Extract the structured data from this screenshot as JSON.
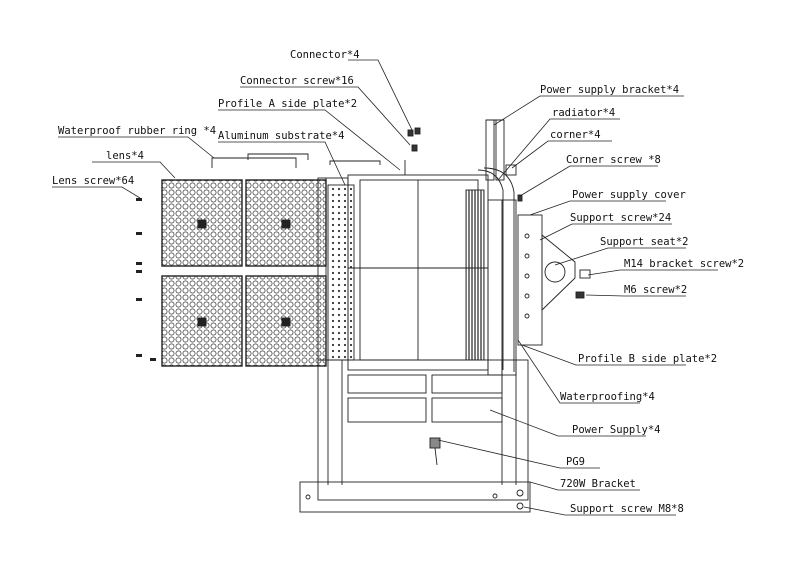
{
  "labels": {
    "connector": "Connector*4",
    "connector_screw": "Connector screw*16",
    "power_supply_bracket": "Power supply bracket*4",
    "radiator": "radiator*4",
    "profile_a_side_plate": "Profile A side plate*2",
    "corner": "corner*4",
    "waterproof_rubber_ring": "Waterproof rubber ring *4",
    "aluminum_substrate": "Aluminum substrate*4",
    "lens": "lens*4",
    "corner_screw": "Corner screw *8",
    "lens_screw": "Lens screw*64",
    "power_supply_cover": "Power supply cover",
    "support_screw": "Support screw*24",
    "support_seat": "Support seat*2",
    "m14_bracket_screw": "M14 bracket screw*2",
    "m6_screw": "M6 screw*2",
    "profile_b_side_plate": "Profile B side plate*2",
    "waterproofing": "Waterproofing*4",
    "power_supply": "Power Supply*4",
    "pg9": "PG9",
    "bracket_720w": "720W Bracket",
    "support_screw_m8": "Support screw M8*8"
  },
  "colors": {
    "line": "#222222",
    "background": "#ffffff"
  }
}
